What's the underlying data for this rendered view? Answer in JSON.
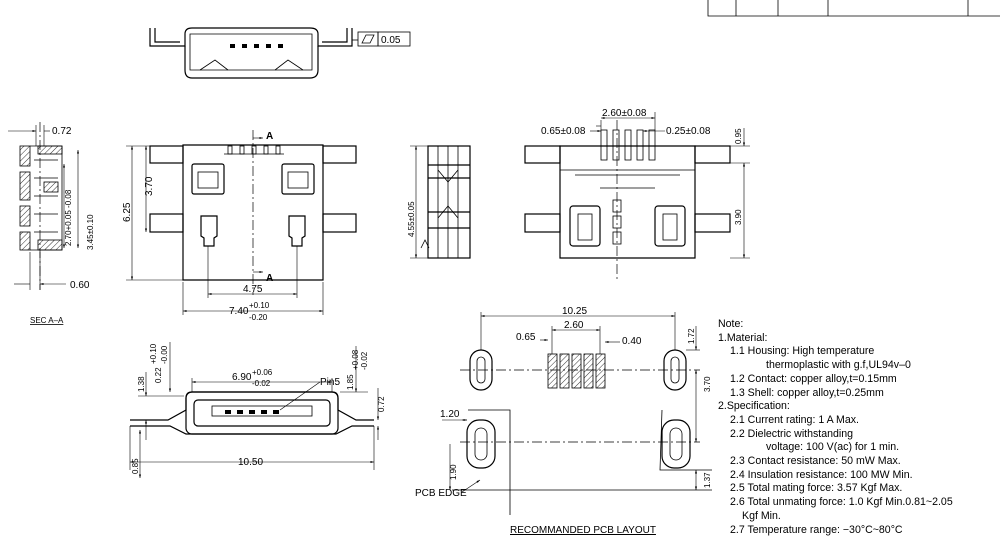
{
  "title_block": {
    "cells": [
      "",
      "",
      "",
      "",
      ""
    ]
  },
  "views": {
    "top_view": {
      "tolerance_value": "0.05"
    },
    "section": {
      "label": "SEC A–A",
      "dims": [
        "0.72",
        "0.60",
        "2.70+0.05 -0.08",
        "3.45±0.10"
      ]
    },
    "front_view": {
      "section_marker": "A",
      "dim_width": "4.75",
      "dim_total_base": "7.40",
      "dim_total_plus": "+0.10",
      "dim_total_minus": "-0.20",
      "dim_height_total": "6.25",
      "dim_height_inner": "3.70"
    },
    "side_view": {
      "dim_height": "4.55±0.05"
    },
    "rear_view": {
      "dims_top": [
        "0.65±0.08",
        "2.60±0.08",
        "0.25±0.08"
      ],
      "dim_right_top": "0.95",
      "dim_right_bottom": "3.90"
    },
    "end_view": {
      "dim_top_base": "6.90",
      "dim_top_plus": "+0.06",
      "dim_top_minus": "-0.02",
      "dim_bottom": "10.50",
      "pin_label": "Pin5",
      "dim_left_small": "1.38",
      "dim_left_tol_base": "0.22",
      "dim_left_tol_plus": "+0.10",
      "dim_left_tol_minus": "-0.00",
      "dim_right_tol_base": "1.85",
      "dim_right_tol_plus": "+0.08",
      "dim_right_tol_minus": "-0.02",
      "dim_right_small": "0.72",
      "dim_bottom_left": "0.85"
    },
    "pcb_layout": {
      "title": "RECOMMANDED PCB LAYOUT",
      "edge_label": "PCB EDGE",
      "dims": {
        "overall": "10.25",
        "pitch_span": "2.60",
        "pad_offset": "0.65",
        "pad_width": "0.40",
        "right_top": "1.72",
        "right_mid": "3.70",
        "right_bottom": "1.37",
        "left_pad": "1.20",
        "left_bottom": "1.90"
      }
    }
  },
  "notes": {
    "heading": "Note:",
    "sections": [
      {
        "title": "1.Material:",
        "items": [
          {
            "lines": [
              "1.1 Housing: High temperature",
              "thermoplastic with g.f,UL94v–0"
            ]
          },
          {
            "lines": [
              "1.2 Contact: copper alloy,t=0.15mm"
            ]
          },
          {
            "lines": [
              "1.3 Shell: copper alloy,t=0.25mm"
            ]
          }
        ]
      },
      {
        "title": "2.Specification:",
        "items": [
          {
            "lines": [
              "2.1 Current rating: 1 A Max."
            ]
          },
          {
            "lines": [
              "2.2 Dielectric withstanding",
              "voltage: 100 V(ac) for 1 min."
            ]
          },
          {
            "lines": [
              "2.3 Contact resistance: 50 mW Max."
            ]
          },
          {
            "lines": [
              "2.4 Insulation resistance: 100 MW Min."
            ]
          },
          {
            "lines": [
              "2.5 Total mating force: 3.57 Kgf Max."
            ]
          },
          {
            "lines": [
              "2.6 Total unmating force: 1.0 Kgf Min.0.81~2.05",
              "Kgf Min."
            ]
          },
          {
            "lines": [
              "2.7 Temperature range: −30°C~80°C"
            ]
          }
        ]
      }
    ]
  }
}
